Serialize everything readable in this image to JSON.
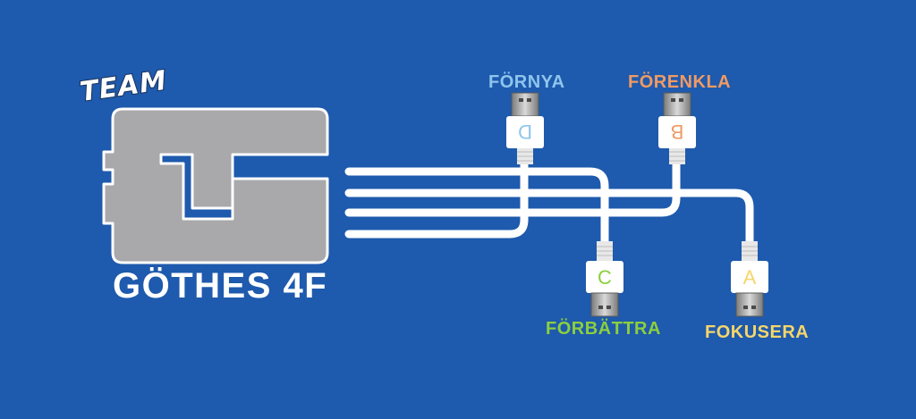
{
  "logo": {
    "team_word": "TEAM",
    "team_name": "GÖTHES 4F"
  },
  "connectors": {
    "top_left": {
      "label": "FÖRNYA",
      "letter": "D",
      "color": "#8ec5ec"
    },
    "top_right": {
      "label": "FÖRENKLA",
      "letter": "B",
      "color": "#f09a64"
    },
    "bottom_left": {
      "label": "FÖRBÄTTRA",
      "letter": "C",
      "color": "#8ccf3e"
    },
    "bottom_right": {
      "label": "FOKUSERA",
      "letter": "A",
      "color": "#f5d66a"
    }
  },
  "colors": {
    "background": "#1e5aad",
    "logo_gray": "#a9a9ab",
    "cable_white": "#ffffff"
  }
}
